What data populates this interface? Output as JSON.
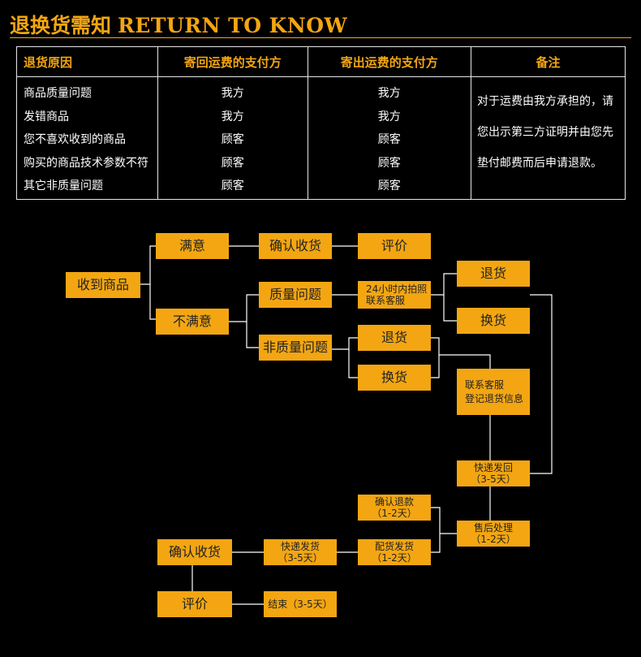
{
  "header": {
    "title_cn": "退换货需知",
    "title_en": "RETURN TO KNOW"
  },
  "table": {
    "headers": [
      "退货原因",
      "寄回运费的支付方",
      "寄出运费的支付方",
      "备注"
    ],
    "reasons": [
      "商品质量问题",
      "发错商品",
      "您不喜欢收到的商品",
      "购买的商品技术参数不符",
      "其它非质量问题"
    ],
    "return_payer": [
      "我方",
      "我方",
      "顾客",
      "顾客",
      "顾客"
    ],
    "send_payer": [
      "我方",
      "我方",
      "顾客",
      "顾客",
      "顾客"
    ],
    "note_lines": [
      "对于运费由我方承担的，请",
      "您出示第三方证明并由您先",
      "垫付邮费而后申请退款。"
    ]
  },
  "flow": {
    "receive": "收到商品",
    "satisfied": "满意",
    "confirm_receipt_top": "确认收货",
    "review_top": "评价",
    "unsatisfied": "不满意",
    "quality_issue": "质量问题",
    "contact_24h": [
      "24小时内拍照",
      "联系客服"
    ],
    "return_top": "退货",
    "exchange_top": "换货",
    "non_quality": "非质量问题",
    "return_mid": "退货",
    "exchange_mid": "换货",
    "contact_register": [
      "联系客服",
      "登记退货信息"
    ],
    "express_back": [
      "快递发回",
      "（3-5天）"
    ],
    "confirm_refund": [
      "确认退款",
      "（1-2天）"
    ],
    "after_sales": [
      "售后处理",
      "（1-2天）"
    ],
    "ship_out": [
      "配货发货",
      "（1-2天）"
    ],
    "express_ship": [
      "快递发货",
      "（3-5天）"
    ],
    "confirm_receipt_bottom": "确认收货",
    "review_bottom": "评价",
    "end": "结束（3-5天）"
  },
  "colors": {
    "accent": "#F3A612",
    "background": "#000000",
    "text": "#FFFFFF",
    "line": "#FFFFFF"
  }
}
